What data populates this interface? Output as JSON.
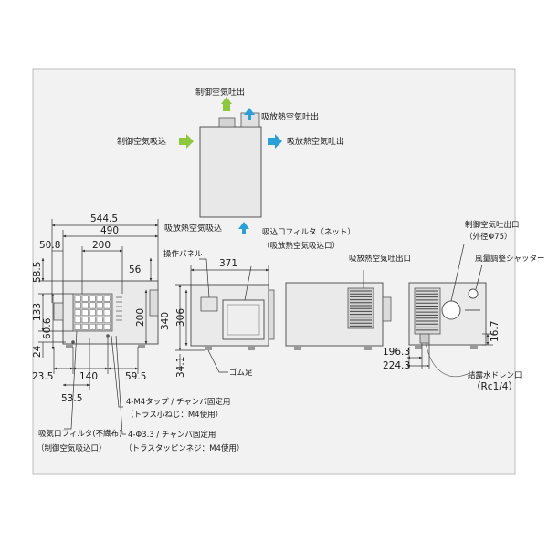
{
  "top_view": {
    "ctrl_air_out": "制御空気吐出",
    "heat_air_out_top": "吸放熱空気吐出",
    "ctrl_air_in": "制御空気吸込",
    "heat_air_out_right": "吸放熱空気吐出",
    "heat_air_in": "吸放熱空気吸込",
    "colors": {
      "green_arrow": "#8dc63f",
      "blue_arrow": "#2a9fd8"
    }
  },
  "front_view": {
    "dims": {
      "overall_width": "544.5",
      "width_490": "490",
      "offset_50_8": "50.8",
      "width_200": "200",
      "height_58_5": "58.5",
      "height_133": "133",
      "height_60_6": "60.6",
      "height_24": "24",
      "height_56": "56",
      "height_200": "200",
      "bottom_23_5": "23.5",
      "bottom_140": "140",
      "bottom_59_5": "59.5",
      "bottom_53_5": "53.5"
    },
    "note_tap_1": "4-M4タップ / チャンバ固定用",
    "note_tap_2": "（トラス小ねじ：M4使用）",
    "note_hole_1": "4-Φ3.3 / チャンバ固定用",
    "note_hole_2": "（トラスタッピンネジ：M4使用）",
    "filter_1": "吸気口フィルタ(不織布)",
    "filter_2": "（制御空気吸込口）"
  },
  "side_view": {
    "panel_label": "操作パネル",
    "filter_label_1": "吸込口フィルタ（ネット）",
    "filter_label_2": "（吸放熱空気吸込口）",
    "dims": {
      "width_371": "371",
      "height_340": "340",
      "height_306": "306",
      "height_34_1": "34.1"
    },
    "foot_label": "ゴム足"
  },
  "rear_view": {
    "outlet_label": "吸放熱空気吐出口"
  },
  "right_view": {
    "ctrl_outlet_1": "制御空気吐出口",
    "ctrl_outlet_2": "（外径Φ75）",
    "shutter_label": "風量調整シャッター",
    "dims": {
      "d_16_7": "16.7",
      "d_196_3": "196.3",
      "d_224_3": "224.3"
    },
    "drain_1": "結露水ドレン口",
    "drain_2": "（Rc1/4）"
  }
}
